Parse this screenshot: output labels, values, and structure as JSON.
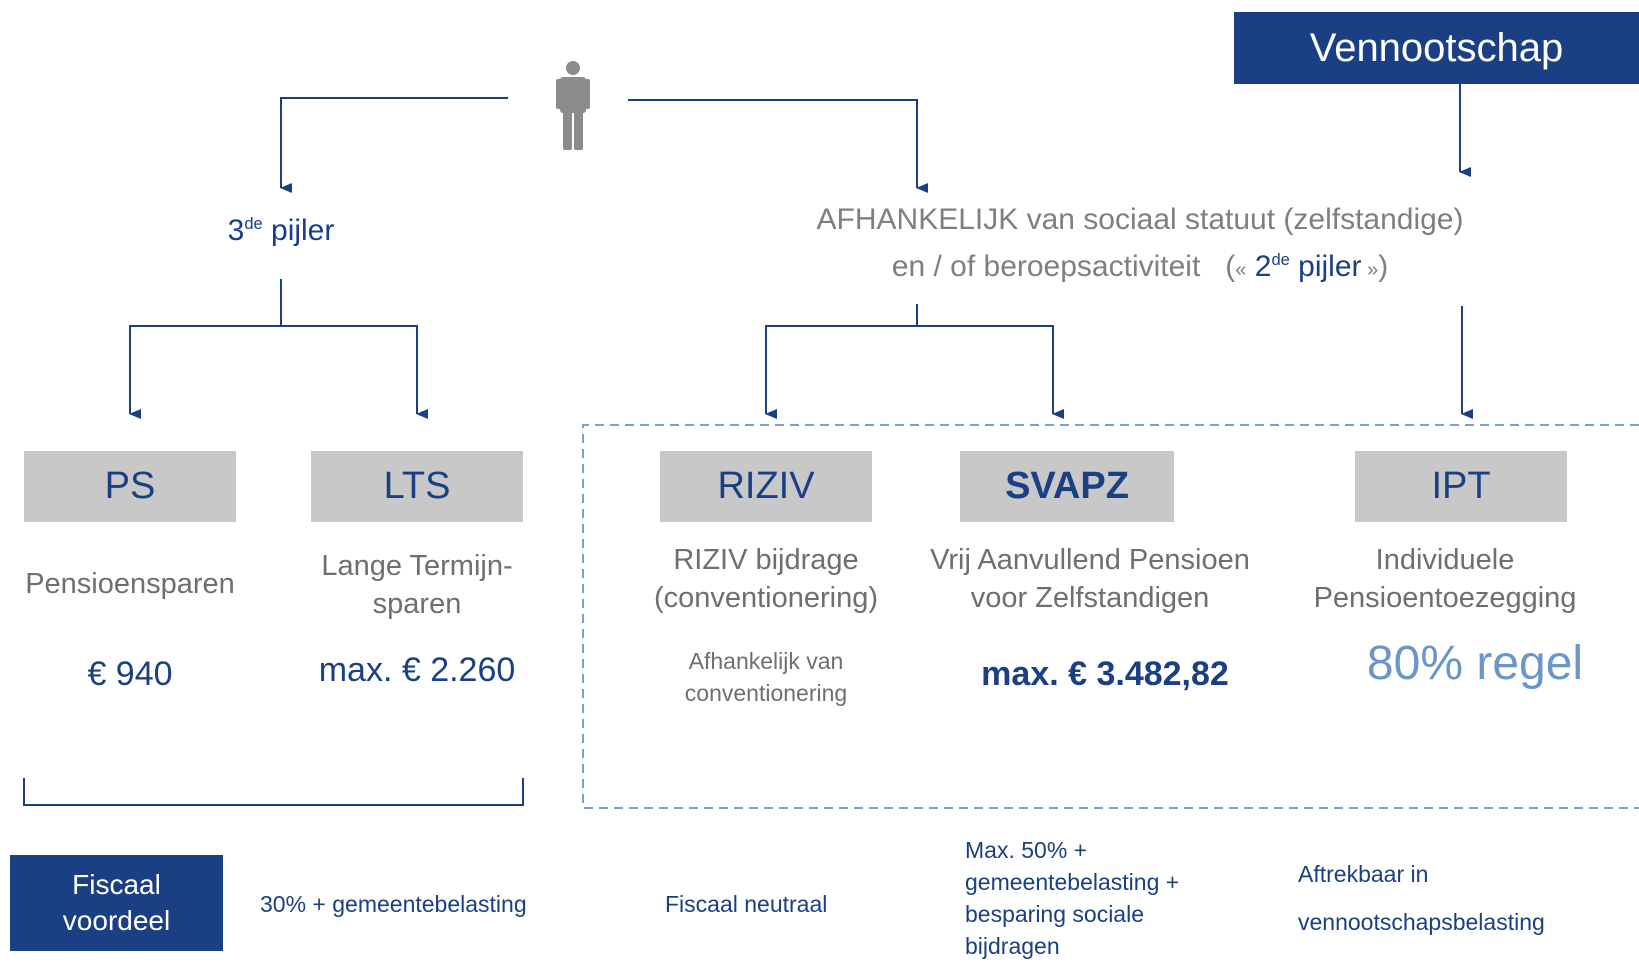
{
  "company": {
    "label": "Vennootschap"
  },
  "person": {
    "icon": "person-icon"
  },
  "third_pillar": {
    "prefix": "3",
    "sup": "de",
    "suffix": " pijler"
  },
  "second_pillar": {
    "line1": "AFHANKELIJK van sociaal statuut (zelfstandige)",
    "line2_start": "en / of beroepsactiviteit   (",
    "quote_open": "«",
    "prefix": " 2",
    "sup": "de",
    "suffix": " pijler",
    "quote_close": " »",
    "line2_end": ")"
  },
  "products": [
    {
      "label": "PS",
      "desc": [
        "Pensioensparen"
      ],
      "amount": "€ 940"
    },
    {
      "label": "LTS",
      "desc": [
        "Lange Termijn-",
        "sparen"
      ],
      "amount": "max. € 2.260"
    },
    {
      "label": "RIZIV",
      "desc": [
        "RIZIV bijdrage",
        "(conventionering)"
      ],
      "note": [
        "Afhankelijk van",
        "conventionering"
      ]
    },
    {
      "label": "SVAPZ",
      "desc": [
        "Vrij Aanvullend Pensioen",
        "voor Zelfstandigen"
      ],
      "amount": "max. € 3.482,82"
    },
    {
      "label": "IPT",
      "desc": [
        "Individuele",
        "Pensioentoezegging"
      ],
      "amount": "80% regel"
    }
  ],
  "footer": {
    "label": [
      "Fiscaal",
      "voordeel"
    ],
    "ps_lts": "30% + gemeentebelasting",
    "riziv": "Fiscaal neutraal",
    "svapz": [
      "Max. 50% +",
      "gemeentebelasting +",
      "besparing sociale",
      "bijdragen"
    ],
    "ipt": [
      "Aftrekbaar in",
      "vennootschapsbelasting"
    ]
  },
  "colors": {
    "navy": "#1a3f85",
    "box_gray": "#c8c8c8",
    "text_gray": "#7f7f7f",
    "light_blue": "#6b96c8",
    "dash": "#7ba2cf"
  }
}
